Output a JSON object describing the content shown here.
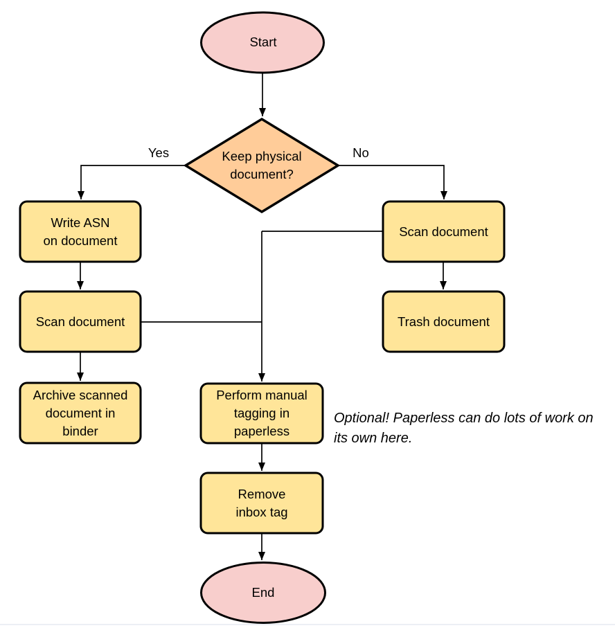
{
  "diagram": {
    "nodes": {
      "start": {
        "label": "Start"
      },
      "decision": {
        "label": "Keep physical\ndocument?"
      },
      "write_asn": {
        "label": "Write ASN\non document"
      },
      "scan_left": {
        "label": "Scan document"
      },
      "archive": {
        "label": "Archive scanned\ndocument in\nbinder"
      },
      "scan_right": {
        "label": "Scan document"
      },
      "trash": {
        "label": "Trash document"
      },
      "tagging": {
        "label": "Perform manual\ntagging in\npaperless"
      },
      "remove_inbox": {
        "label": "Remove\ninbox tag"
      },
      "end": {
        "label": "End"
      }
    },
    "edge_labels": {
      "yes": "Yes",
      "no": "No"
    },
    "note": "Optional! Paperless can do lots of work on\nits own here.",
    "colors": {
      "terminal_fill": "#f8cecc",
      "decision_fill": "#ffcc99",
      "process_fill": "#ffe599",
      "stroke": "#000000"
    }
  }
}
